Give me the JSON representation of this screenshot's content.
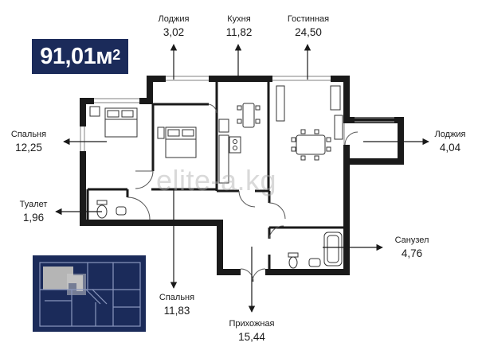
{
  "apartment": {
    "total_area": "91,01",
    "unit": "м",
    "unit_power": "2"
  },
  "rooms": [
    {
      "id": "loggia_top",
      "name": "Лоджия",
      "area": "3,02"
    },
    {
      "id": "kitchen",
      "name": "Кухня",
      "area": "11,82"
    },
    {
      "id": "living",
      "name": "Гостинная",
      "area": "24,50"
    },
    {
      "id": "bedroom_left",
      "name": "Спальня",
      "area": "12,25"
    },
    {
      "id": "loggia_right",
      "name": "Лоджия",
      "area": "4,04"
    },
    {
      "id": "toilet",
      "name": "Туалет",
      "area": "1,96"
    },
    {
      "id": "bathroom",
      "name": "Санузел",
      "area": "4,76"
    },
    {
      "id": "bedroom_bottom",
      "name": "Спальня",
      "area": "11,83"
    },
    {
      "id": "hallway",
      "name": "Прихожная",
      "area": "15,44"
    }
  ],
  "watermark": "elite-a.kg",
  "colors": {
    "badge_bg": "#1b2b5a",
    "wall": "#1a1a1a",
    "minimap_highlight": "#b5b5b5",
    "minimap_lines": "#8a97bd"
  },
  "icons": [
    "arrow-icon",
    "bed-icon",
    "sofa-icon",
    "table-icon",
    "stove-icon",
    "bathtub-icon",
    "toilet-icon",
    "sink-icon",
    "door-swing-icon"
  ]
}
